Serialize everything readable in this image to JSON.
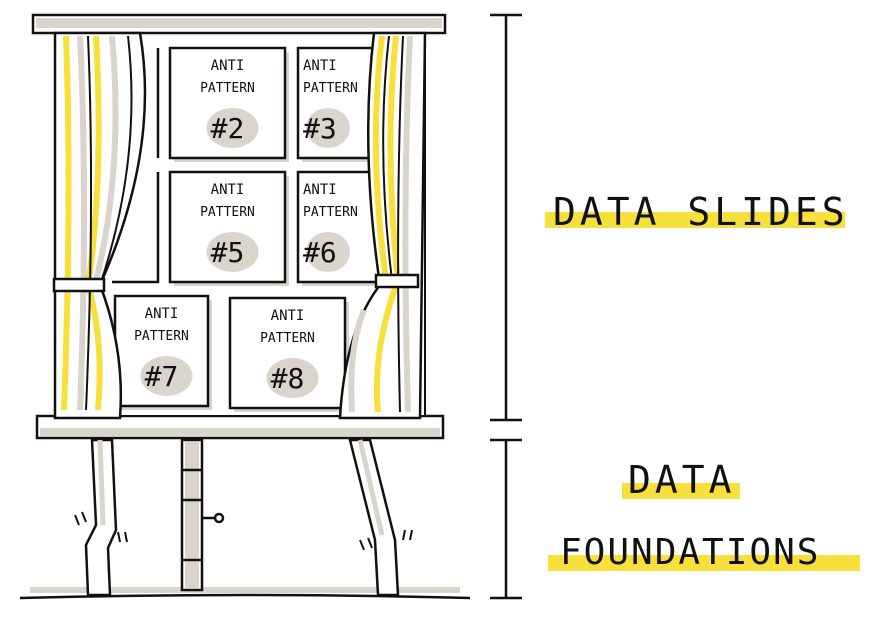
{
  "colors": {
    "yellow": "#f7e03c",
    "grey": "#d9d5cc",
    "ink": "#111111"
  },
  "panels": [
    {
      "line1": "ANTI",
      "line2": "PATTERN",
      "num": "#2"
    },
    {
      "line1": "ANTI",
      "line2": "PATTERN",
      "num": "#3"
    },
    {
      "line1": "ANTI",
      "line2": "PATTERN",
      "num": "#5"
    },
    {
      "line1": "ANTI",
      "line2": "PATTERN",
      "num": "#6"
    },
    {
      "line1": "ANTI",
      "line2": "PATTERN",
      "num": "#7"
    },
    {
      "line1": "ANTI",
      "line2": "PATTERN",
      "num": "#8"
    }
  ],
  "labels": {
    "top": "DATA SLIDES",
    "bottom_line1": "DATA",
    "bottom_line2": "FOUNDATIONS"
  }
}
